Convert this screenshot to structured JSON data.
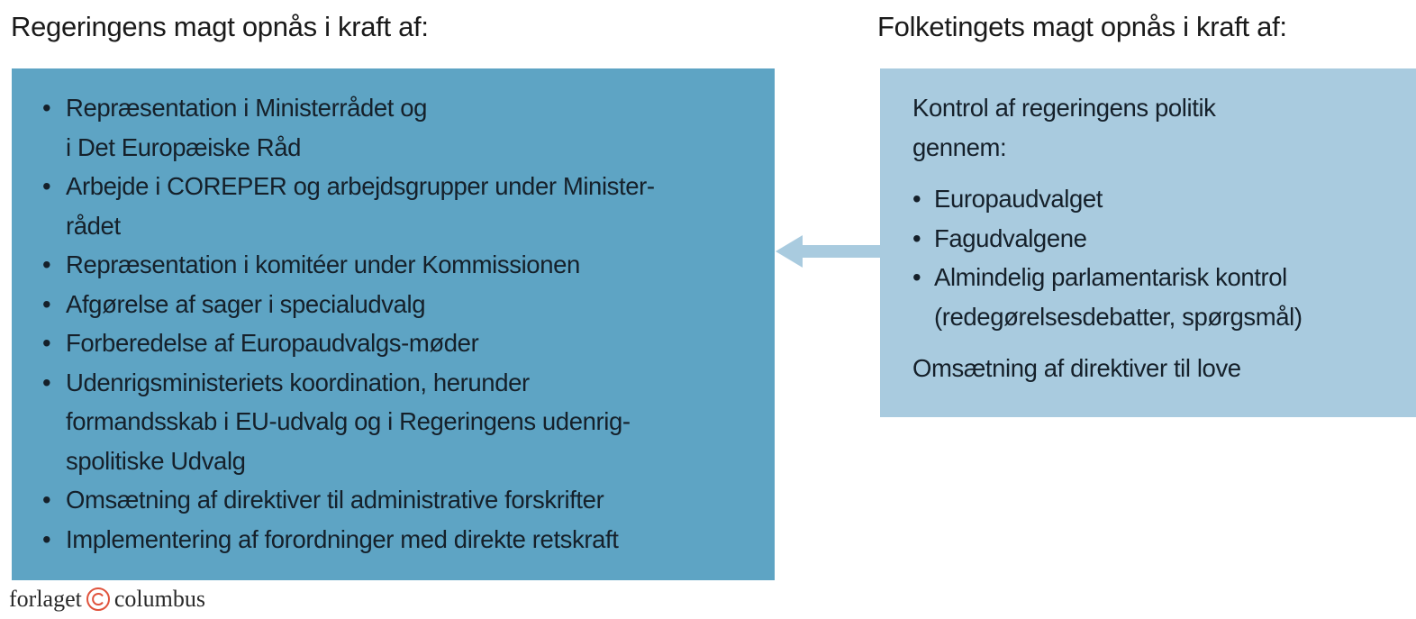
{
  "left": {
    "heading": "Regeringens magt opnås i kraft af:",
    "color": "#5ea4c4",
    "items": [
      {
        "lines": [
          "Repræsentation i Ministerrådet og",
          "i Det Europæiske Råd"
        ]
      },
      {
        "lines": [
          "Arbejde i COREPER og arbejdsgrupper under Minister-",
          "rådet"
        ]
      },
      {
        "lines": [
          "Repræsentation i komitéer under Kommissionen"
        ]
      },
      {
        "lines": [
          "Afgørelse af sager i specialudvalg"
        ]
      },
      {
        "lines": [
          "Forberedelse af Europaudvalgs-møder"
        ]
      },
      {
        "lines": [
          "Udenrigsministeriets koordination, herunder",
          "formandsskab i EU-udvalg og i Regeringens udenrig-",
          "spolitiske Udvalg"
        ]
      },
      {
        "lines": [
          "Omsætning af direktiver til administrative forskrifter"
        ]
      },
      {
        "lines": [
          "Implementering af forordninger med direkte retskraft"
        ]
      }
    ]
  },
  "right": {
    "heading": "Folketingets magt opnås i kraft af:",
    "color": "#a9cbdf",
    "intro_lines": [
      "Kontrol af regeringens politik",
      "gennem:"
    ],
    "items": [
      {
        "lines": [
          "Europaudvalget"
        ]
      },
      {
        "lines": [
          "Fagudvalgene"
        ]
      },
      {
        "lines": [
          "Almindelig parlamentarisk kontrol",
          "(redegørelsesdebatter, spørgsmål)"
        ]
      }
    ],
    "outro": "Omsætning af direktiver til love"
  },
  "arrow": {
    "direction": "right-to-left",
    "color": "#a9cbdf"
  },
  "footer": {
    "left_word": "forlaget",
    "symbol": "©",
    "right_word": "columbus",
    "symbol_color": "#e0533c"
  }
}
